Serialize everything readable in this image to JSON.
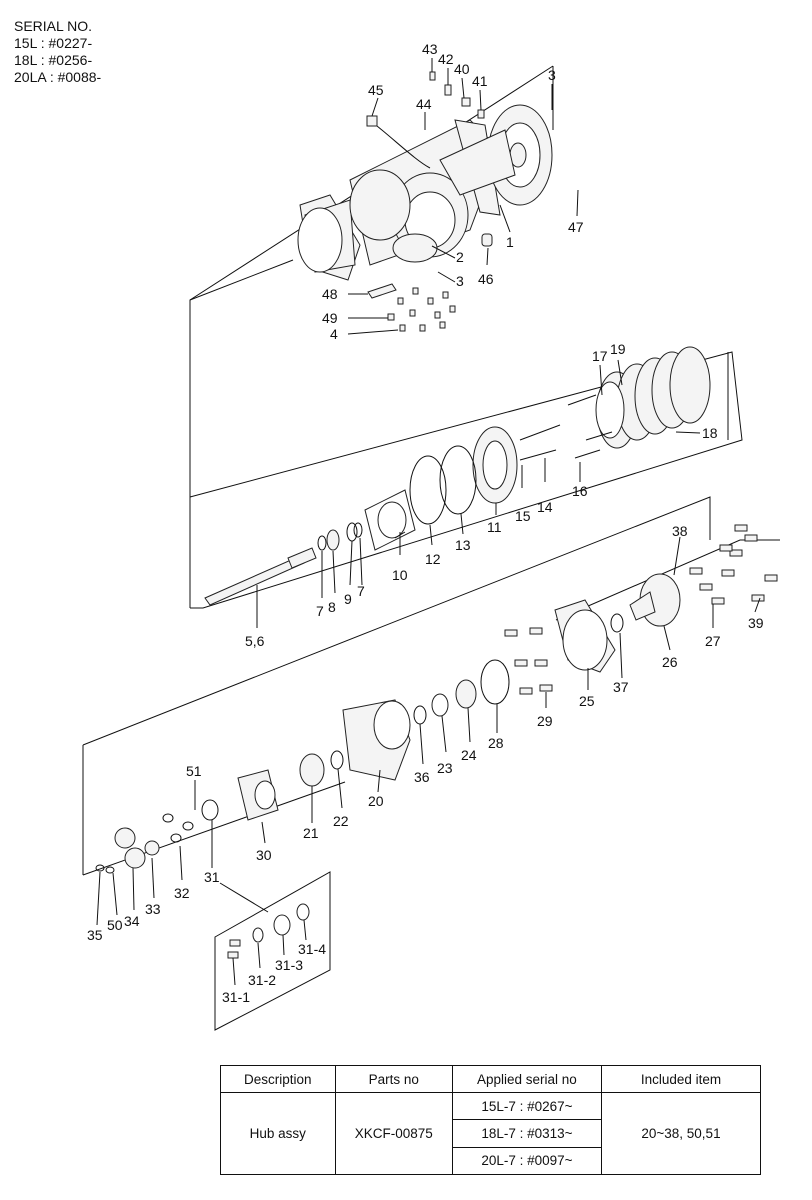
{
  "serial": {
    "heading": "SERIAL NO.",
    "lines": [
      "15L : #0227-",
      "18L : #0256-",
      "20LA : #0088-"
    ]
  },
  "callouts": [
    "43",
    "42",
    "40",
    "41",
    "3",
    "45",
    "44",
    "2",
    "3",
    "1",
    "47",
    "46",
    "48",
    "49",
    "4",
    "17",
    "19",
    "18",
    "16",
    "15",
    "14",
    "11",
    "12",
    "13",
    "10",
    "9",
    "7",
    "8",
    "7",
    "5,6",
    "38",
    "27",
    "39",
    "26",
    "37",
    "25",
    "29",
    "28",
    "24",
    "23",
    "36",
    "20",
    "22",
    "21",
    "51",
    "30",
    "31",
    "32",
    "33",
    "34",
    "50",
    "35",
    "31-4",
    "31-3",
    "31-2",
    "31-1"
  ],
  "table": {
    "headers": [
      "Description",
      "Parts no",
      "Applied serial no",
      "Included item"
    ],
    "description": "Hub assy",
    "parts_no": "XKCF-00875",
    "serials": [
      "15L-7 : #0267~",
      "18L-7 : #0313~",
      "20L-7 : #0097~"
    ],
    "included": "20~38, 50,51"
  }
}
